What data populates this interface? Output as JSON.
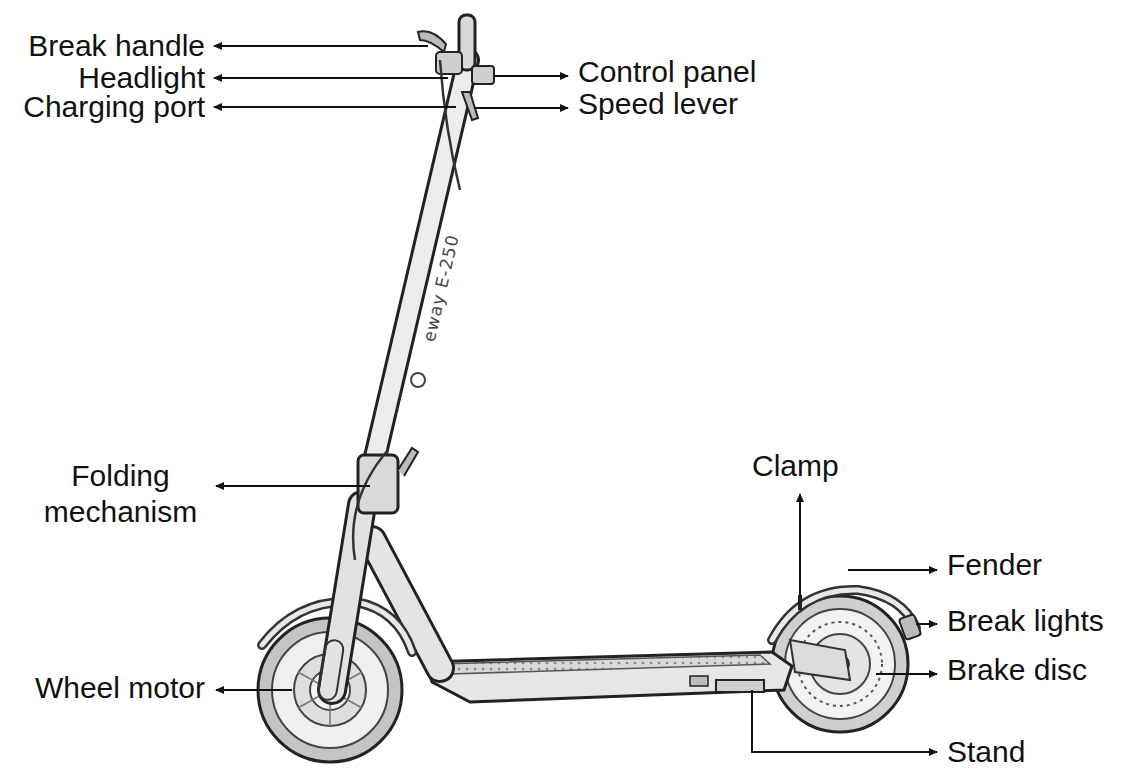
{
  "diagram": {
    "labels": [
      "Break handle",
      "Headlight",
      "Charging port",
      "Control panel",
      "Speed lever",
      "Folding mechanism",
      "Clamp",
      "Fender",
      "Break lights",
      "Brake disc",
      "Wheel motor",
      "Stand",
      "eway E-250"
    ]
  }
}
